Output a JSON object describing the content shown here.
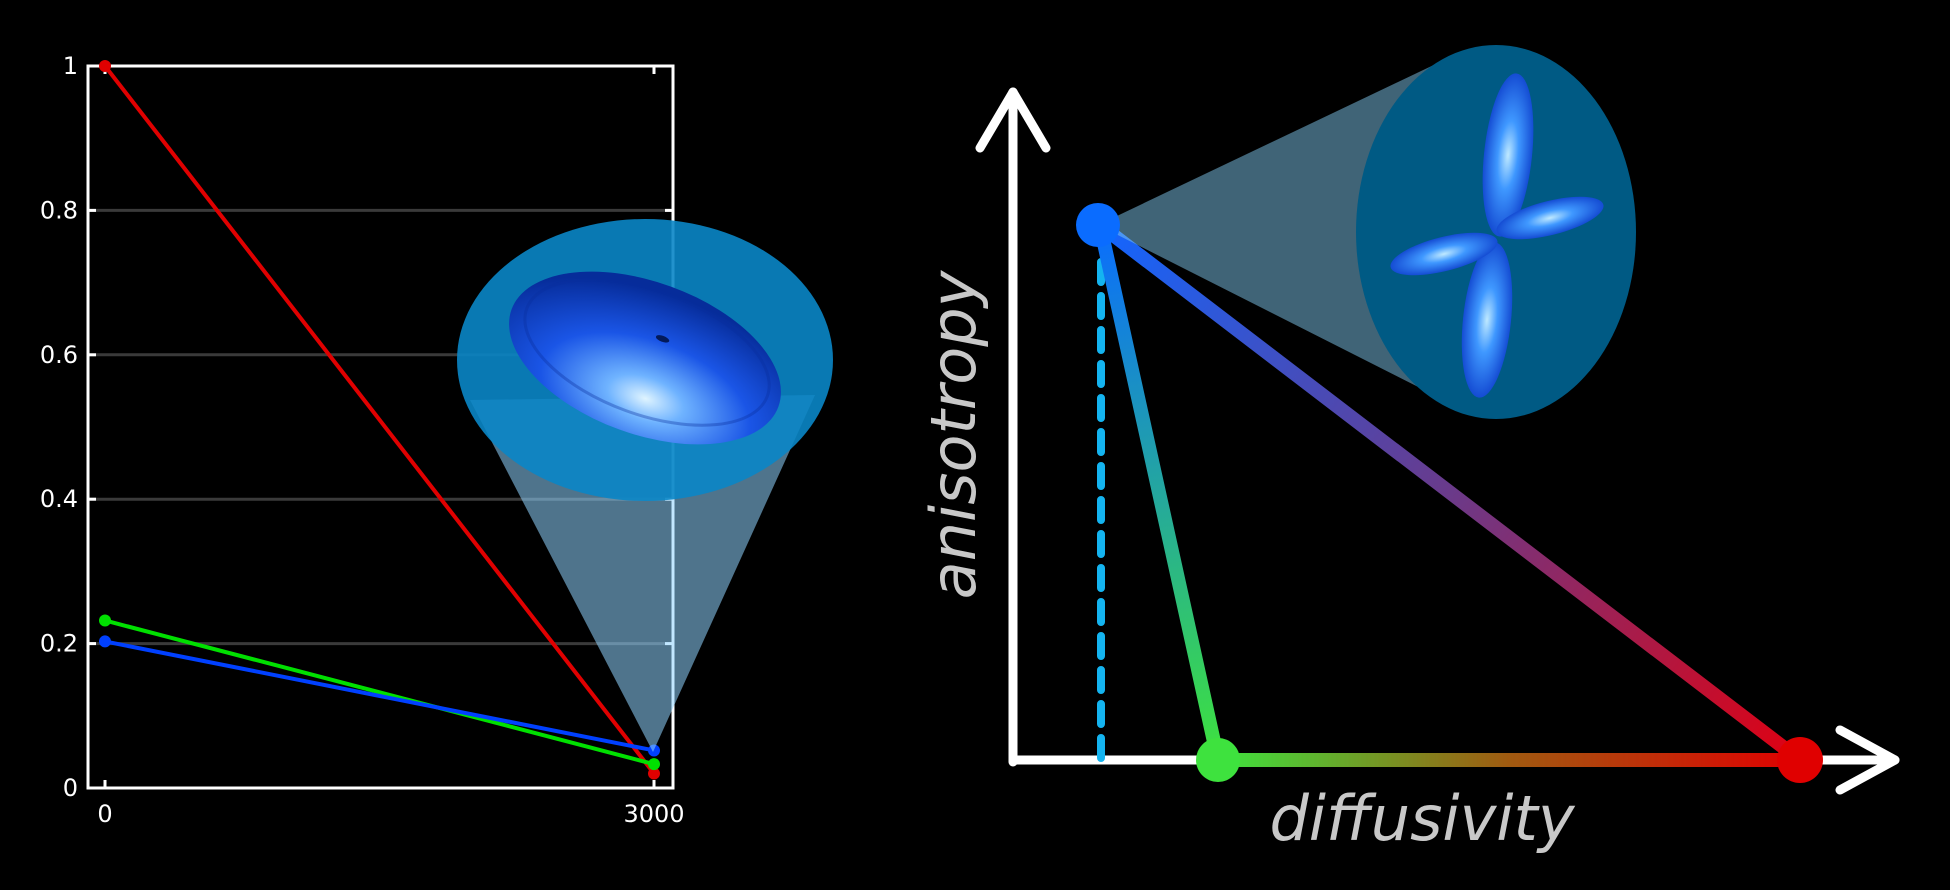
{
  "chart_data": {
    "type": "line",
    "x": [
      0,
      3000
    ],
    "x_ticks": [
      "0",
      "3000"
    ],
    "y_ticks": [
      "0",
      "0.2",
      "0.4",
      "0.6",
      "0.8",
      "1"
    ],
    "xlim": [
      0,
      3000
    ],
    "ylim": [
      0,
      1
    ],
    "grid": "horizontal",
    "series": [
      {
        "color": "#e00000",
        "values": [
          1.0,
          0.02
        ]
      },
      {
        "color": "#00e000",
        "values": [
          0.232,
          0.033
        ]
      },
      {
        "color": "#0040ff",
        "values": [
          0.203,
          0.052
        ]
      }
    ]
  },
  "diagram": {
    "xlabel": "diffusivity",
    "ylabel": "anisotropy",
    "nodes": [
      {
        "name": "high-anisotropy-node",
        "color": "#0a6cff"
      },
      {
        "name": "low-diffusivity-node",
        "color": "#3ee23e"
      },
      {
        "name": "high-diffusivity-node",
        "color": "#e00000"
      }
    ],
    "colors": {
      "axis": "#ffffff",
      "dashed_line": "#14b4f0",
      "magnifier_left": "#0a86c6",
      "magnifier_right": "#005a84"
    }
  }
}
